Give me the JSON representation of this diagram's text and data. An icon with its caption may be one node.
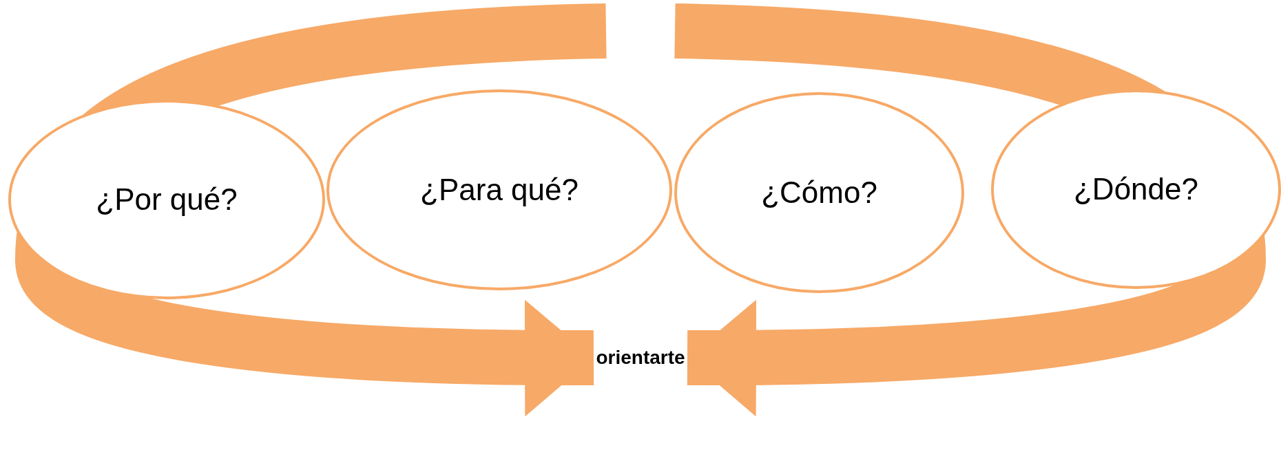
{
  "diagram": {
    "nodes": [
      {
        "text": [
          "¿Por qué?"
        ]
      },
      {
        "text": [
          "¿Para qué?"
        ]
      },
      {
        "text": [
          "¿Cómo?"
        ]
      },
      {
        "text": [
          "¿Dónde?"
        ]
      },
      {
        "text": [
          "orientarte"
        ]
      }
    ],
    "edges": [
      {
        "from": null,
        "to": 4,
        "arrow": "to"
      },
      {
        "from": null,
        "to": 4,
        "arrow": "to"
      }
    ]
  }
}
